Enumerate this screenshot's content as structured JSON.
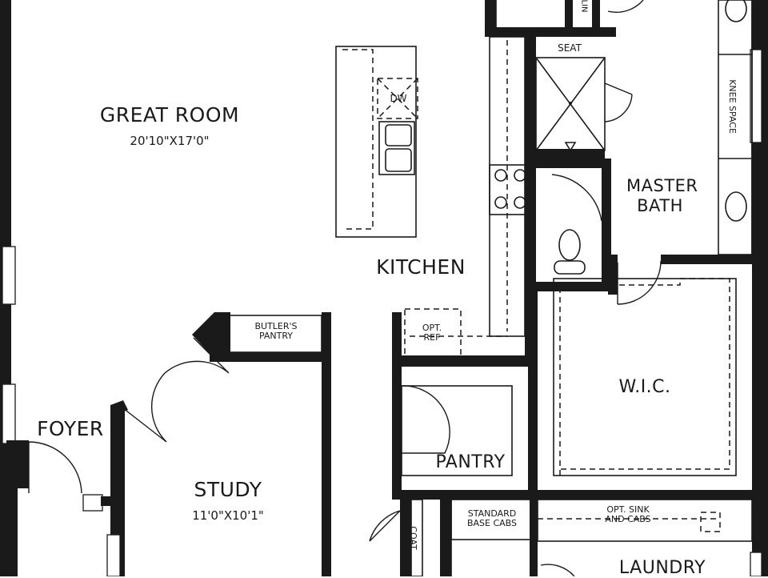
{
  "rooms": {
    "great_room": {
      "name": "GREAT ROOM",
      "dims": "20'10\"X17'0\""
    },
    "kitchen": {
      "name": "KITCHEN"
    },
    "master_bath": {
      "name": "MASTER BATH"
    },
    "wic": {
      "name": "W.I.C."
    },
    "foyer": {
      "name": "FOYER"
    },
    "study": {
      "name": "STUDY",
      "dims": "11'0\"X10'1\""
    },
    "pantry": {
      "name": "PANTRY"
    },
    "laundry": {
      "name": "LAUNDRY"
    }
  },
  "labels": {
    "seat": "SEAT",
    "knee_space": "KNEE SPACE",
    "dw": "DW",
    "butlers_pantry": "BUTLER'S PANTRY",
    "opt_ref": "OPT. REF",
    "coat": "COAT",
    "standard_base_cabs": "STANDARD BASE CABS",
    "opt_sink_cabs": "OPT. SINK AND CABS",
    "linen": "LIN"
  },
  "colors": {
    "wall": "#1a1a1a",
    "background": "#ffffff"
  }
}
